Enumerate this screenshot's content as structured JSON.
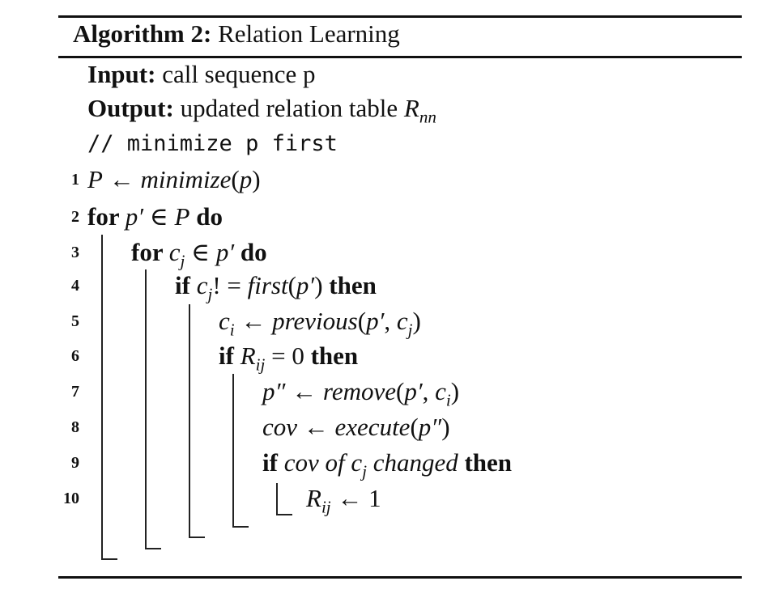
{
  "algorithm": {
    "label": "Algorithm 2:",
    "title": "Relation Learning",
    "input_label": "Input:",
    "input_text": "call sequence p",
    "output_label": "Output:",
    "output_text": "updated relation table ",
    "output_var": "R",
    "output_var_sub": "nn",
    "comment": "// minimize p first",
    "lines": [
      {
        "num": "1",
        "parts": [
          {
            "t": "P",
            "s": "i"
          },
          {
            "t": " ← ",
            "s": ""
          },
          {
            "t": "minimize",
            "s": "i"
          },
          {
            "t": "(",
            "s": ""
          },
          {
            "t": "p",
            "s": "i"
          },
          {
            "t": ")",
            "s": ""
          }
        ]
      },
      {
        "num": "2",
        "parts": [
          {
            "t": "for ",
            "s": "b"
          },
          {
            "t": "p′",
            "s": "i"
          },
          {
            "t": " ∈ ",
            "s": ""
          },
          {
            "t": "P",
            "s": "i"
          },
          {
            "t": " do",
            "s": "b"
          }
        ]
      },
      {
        "num": "3",
        "parts": [
          {
            "t": "for ",
            "s": "b"
          },
          {
            "t": "c",
            "s": "i",
            "sub": "j"
          },
          {
            "t": " ∈ ",
            "s": ""
          },
          {
            "t": "p′",
            "s": "i"
          },
          {
            "t": " do",
            "s": "b"
          }
        ]
      },
      {
        "num": "4",
        "parts": [
          {
            "t": "if ",
            "s": "b"
          },
          {
            "t": "c",
            "s": "i",
            "sub": "j"
          },
          {
            "t": "! = ",
            "s": ""
          },
          {
            "t": "first",
            "s": "i"
          },
          {
            "t": "(",
            "s": ""
          },
          {
            "t": "p′",
            "s": "i"
          },
          {
            "t": ")",
            "s": ""
          },
          {
            "t": " then",
            "s": "b"
          }
        ]
      },
      {
        "num": "5",
        "parts": [
          {
            "t": "c",
            "s": "i",
            "sub": "i"
          },
          {
            "t": " ← ",
            "s": ""
          },
          {
            "t": "previous",
            "s": "i"
          },
          {
            "t": "(",
            "s": ""
          },
          {
            "t": "p′",
            "s": "i"
          },
          {
            "t": ", ",
            "s": ""
          },
          {
            "t": "c",
            "s": "i",
            "sub": "j"
          },
          {
            "t": ")",
            "s": ""
          }
        ]
      },
      {
        "num": "6",
        "parts": [
          {
            "t": "if ",
            "s": "b"
          },
          {
            "t": "R",
            "s": "i",
            "sub": "ij"
          },
          {
            "t": " = 0",
            "s": ""
          },
          {
            "t": " then",
            "s": "b"
          }
        ]
      },
      {
        "num": "7",
        "parts": [
          {
            "t": "p″",
            "s": "i"
          },
          {
            "t": " ← ",
            "s": ""
          },
          {
            "t": "remove",
            "s": "i"
          },
          {
            "t": "(",
            "s": ""
          },
          {
            "t": "p′",
            "s": "i"
          },
          {
            "t": ", ",
            "s": ""
          },
          {
            "t": "c",
            "s": "i",
            "sub": "i"
          },
          {
            "t": ")",
            "s": ""
          }
        ]
      },
      {
        "num": "8",
        "parts": [
          {
            "t": "cov",
            "s": "i"
          },
          {
            "t": " ← ",
            "s": ""
          },
          {
            "t": "execute",
            "s": "i"
          },
          {
            "t": "(",
            "s": ""
          },
          {
            "t": "p″",
            "s": "i"
          },
          {
            "t": ")",
            "s": ""
          }
        ]
      },
      {
        "num": "9",
        "parts": [
          {
            "t": "if ",
            "s": "b"
          },
          {
            "t": "cov of ",
            "s": "i"
          },
          {
            "t": "c",
            "s": "i",
            "sub": "j"
          },
          {
            "t": " changed",
            "s": "i"
          },
          {
            "t": " then",
            "s": "b"
          }
        ]
      },
      {
        "num": "10",
        "parts": [
          {
            "t": "R",
            "s": "i",
            "sub": "ij"
          },
          {
            "t": " ← 1",
            "s": ""
          }
        ]
      }
    ]
  }
}
